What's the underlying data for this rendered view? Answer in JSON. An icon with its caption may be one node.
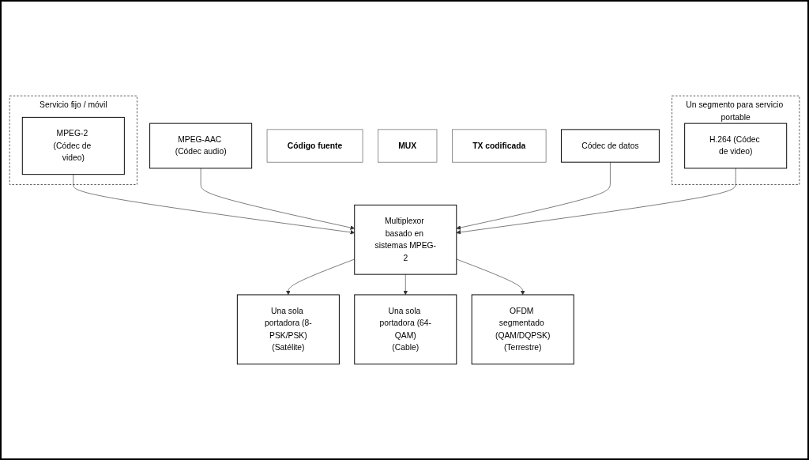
{
  "diagram": {
    "nodes": [
      {
        "text": [
          "Un segmento para servicio portable"
        ]
      },
      {
        "text": [
          "Servicio fijo / móvil"
        ]
      },
      {
        "text": [
          "MPEG-2 (Códec de video)"
        ],
        "in": 1
      },
      {
        "text": [
          "MPEG-AAC (Códec audio)"
        ]
      },
      {
        "text": [
          "Códec de datos"
        ]
      },
      {
        "text": [
          "H.264 (Códec de video)"
        ],
        "in": 0
      },
      {
        "text": [
          "Código fuente"
        ]
      },
      {
        "text": [
          "Multiplexor basado en sistemas MPEG-2"
        ]
      },
      {
        "text": [
          "MUX"
        ]
      },
      {
        "text": [
          "Una sola portadora (8-PSK/PSK)",
          "(Satélite)"
        ]
      },
      {
        "text": [
          "Una sola portadora (64-QAM)",
          "(Cable)"
        ]
      },
      {
        "text": [
          "OFDM segmentado (QAM/DQPSK)",
          "(Terrestre)"
        ]
      },
      {
        "text": [
          "TX codificada"
        ]
      }
    ],
    "edges": [
      {
        "from": 2,
        "to": 7,
        "arrow": "to"
      },
      {
        "from": 3,
        "to": 7,
        "arrow": "to"
      },
      {
        "from": 4,
        "to": 7,
        "arrow": "to"
      },
      {
        "from": 5,
        "to": 7,
        "arrow": "to"
      },
      {
        "from": 7,
        "to": 9,
        "arrow": "to"
      },
      {
        "from": 7,
        "to": 10,
        "arrow": "to"
      },
      {
        "from": 7,
        "to": 11,
        "arrow": "to"
      }
    ]
  }
}
